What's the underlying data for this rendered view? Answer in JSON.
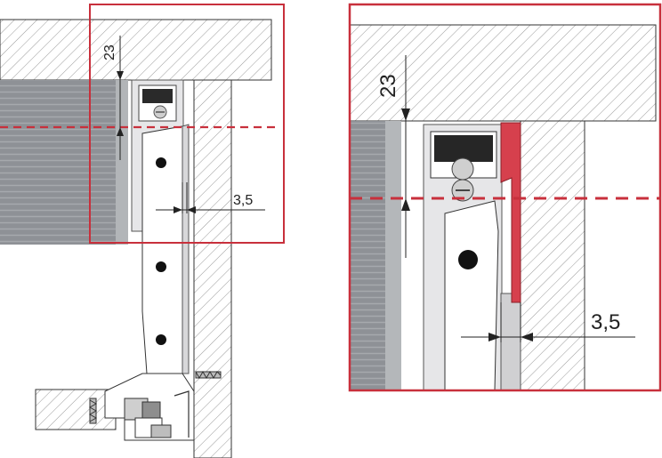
{
  "dimensions": {
    "overview": {
      "top_gap": "23",
      "side_gap": "3,5"
    },
    "detail": {
      "top_gap": "23",
      "side_gap": "3,5"
    }
  },
  "colors": {
    "frame": "#c8303c",
    "dashed_line": "#c8303c",
    "clip": "#d6404d",
    "drawer_side": "#8e9196",
    "bracket": "#e4e4e6",
    "hatch": "#9a9a9a",
    "outline": "#333333"
  },
  "icons": {
    "screw": "screw-icon",
    "hole": "mounting-hole-icon"
  }
}
